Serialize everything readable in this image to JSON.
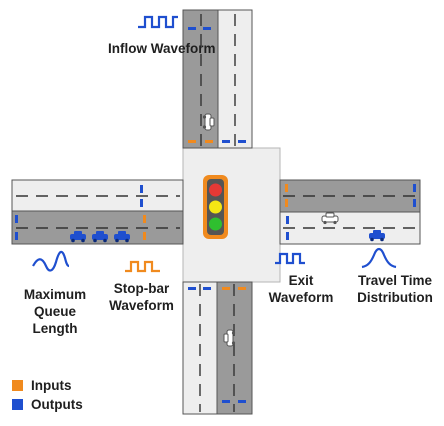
{
  "labels": {
    "inflow": "Inflow Waveform",
    "max_queue": "Maximum Queue Length",
    "stopbar": "Stop-bar Waveform",
    "exit": "Exit Waveform",
    "travel_time": "Travel Time Distribution"
  },
  "legend": [
    {
      "label": "Inputs",
      "color": "#f08a1e"
    },
    {
      "label": "Outputs",
      "color": "#1f4fcf"
    }
  ],
  "colors": {
    "input": "#f08a1e",
    "output": "#1f4fcf",
    "road_light": "#eeeeee",
    "road_dark": "#9a9a9a",
    "signal_red": "#e53935",
    "signal_yellow": "#f5e614",
    "signal_green": "#2fbf2f"
  },
  "icons": {
    "inflow": "square-pulse-wave-icon",
    "max_queue": "wavy-line-icon",
    "stopbar": "square-pulse-wave-icon",
    "exit": "square-pulse-wave-icon",
    "travel_time": "bell-curve-icon",
    "signal": "traffic-light-icon",
    "vehicle": "car-icon"
  }
}
